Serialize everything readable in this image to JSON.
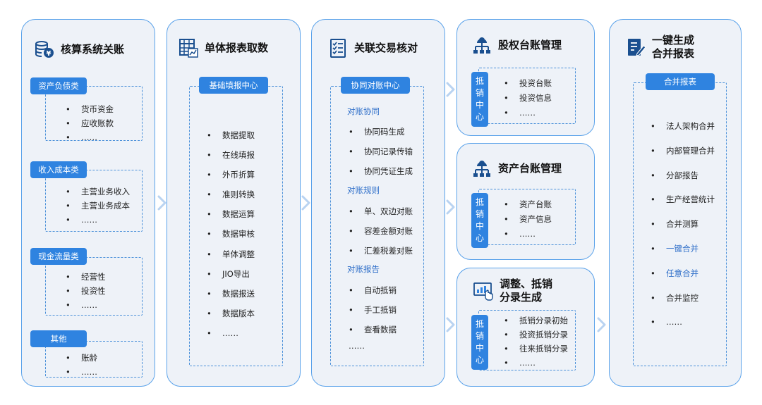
{
  "col1": {
    "title": "核算系统关账",
    "icon": "coin-stack-icon",
    "groups": [
      {
        "label": "资产负债类",
        "items": [
          "货币资金",
          "应收账款",
          "……"
        ]
      },
      {
        "label": "收入成本类",
        "items": [
          "主营业务收入",
          "主营业务成本",
          "……"
        ]
      },
      {
        "label": "现金流量类",
        "items": [
          "经营性",
          "投资性",
          "……"
        ]
      },
      {
        "label": "其他",
        "items": [
          "账龄",
          "……"
        ]
      }
    ]
  },
  "col2": {
    "title": "单体报表取数",
    "icon": "spreadsheet-chart-icon",
    "tag": "基础填报中心",
    "items": [
      "数据提取",
      "在线填报",
      "外币折算",
      "准则转换",
      "数据运算",
      "数据审核",
      "单体调整",
      "JIO导出",
      "数据报送",
      "数据版本",
      "……"
    ]
  },
  "col3": {
    "title": "关联交易核对",
    "icon": "checklist-icon",
    "tag": "协同对账中心",
    "sections": [
      {
        "head": "对账协同",
        "items": [
          "协同码生成",
          "协同记录传输",
          "协同凭证生成"
        ]
      },
      {
        "head": "对账规则",
        "items": [
          "单、双边对账",
          "容差金额对账",
          "汇差税差对账"
        ]
      },
      {
        "head": "对账报告",
        "items": [
          "自动抵销",
          "手工抵销",
          "查看数据"
        ]
      }
    ],
    "ellipsis": "……"
  },
  "col4": {
    "equity": {
      "title": "股权台账管理",
      "icon": "org-tree-icon",
      "vtag": [
        "抵",
        "销",
        "中",
        "心"
      ],
      "items": [
        "投资台账",
        "投资信息",
        "……"
      ]
    },
    "asset": {
      "title": "资产台账管理",
      "icon": "org-tree-icon",
      "vtag": [
        "抵",
        "销",
        "中",
        "心"
      ],
      "items": [
        "资产台账",
        "资产信息",
        "……"
      ]
    },
    "adjust": {
      "title_line1": "调整、抵销",
      "title_line2": "分录生成",
      "icon": "touch-screen-chart-icon",
      "vtag": [
        "抵",
        "销",
        "中",
        "心"
      ],
      "items": [
        "抵销分录初始",
        "投资抵销分录",
        "往来抵销分录",
        "……"
      ]
    }
  },
  "col5": {
    "title_line1": "一键生成",
    "title_line2": "合并报表",
    "icon": "report-edit-icon",
    "tag": "合并报表",
    "items": [
      {
        "text": "法人架构合并",
        "highlight": false
      },
      {
        "text": "内部管理合并",
        "highlight": false
      },
      {
        "text": "分部报告",
        "highlight": false
      },
      {
        "text": "生产经营统计",
        "highlight": false
      },
      {
        "text": "合并测算",
        "highlight": false
      },
      {
        "text": "一键合并",
        "highlight": true
      },
      {
        "text": "任意合并",
        "highlight": true
      },
      {
        "text": "合并监控",
        "highlight": false
      },
      {
        "text": "……",
        "highlight": false
      }
    ]
  },
  "colors": {
    "accent": "#2f83e0",
    "panel_bg": "#eef2f8",
    "panel_border": "#5aa2ea",
    "highlight_text": "#2f6fc9",
    "chevron": "#b9d3f1"
  }
}
